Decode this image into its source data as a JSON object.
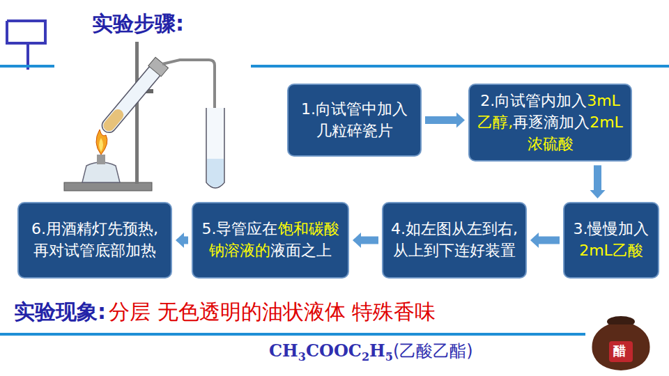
{
  "diagram": {
    "title": "实验步骤:",
    "nodes": [
      {
        "text": [
          "1.向试管中加入几粒碎瓷片"
        ]
      },
      {
        "text": [
          "2.向试管内加入",
          "3mL乙醇,",
          "再逐滴加入",
          "2mL浓硫酸"
        ]
      },
      {
        "text": [
          "3.慢慢加入",
          "2mL乙酸"
        ]
      },
      {
        "text": [
          "4.如左图从左到右,从上到下连好装置"
        ]
      },
      {
        "text": [
          "5.导管应在",
          "饱和碳酸钠溶液的",
          "液面之上"
        ]
      },
      {
        "text": [
          "6.用酒精灯先预热,再对试管底部加热"
        ]
      }
    ],
    "edges": [
      {
        "from": 0,
        "to": 1,
        "arrow": "to"
      },
      {
        "from": 1,
        "to": 2,
        "arrow": "to"
      },
      {
        "from": 2,
        "to": 3,
        "arrow": "to"
      },
      {
        "from": 3,
        "to": 4,
        "arrow": "to"
      },
      {
        "from": 4,
        "to": 5,
        "arrow": "to"
      }
    ],
    "labels": [
      "实验现象:",
      "分层 无色透明的油状液体 特殊香味",
      "CH",
      "3",
      "COOC",
      "2",
      "H",
      "5",
      "(乙酸乙酯)",
      "醋"
    ]
  }
}
